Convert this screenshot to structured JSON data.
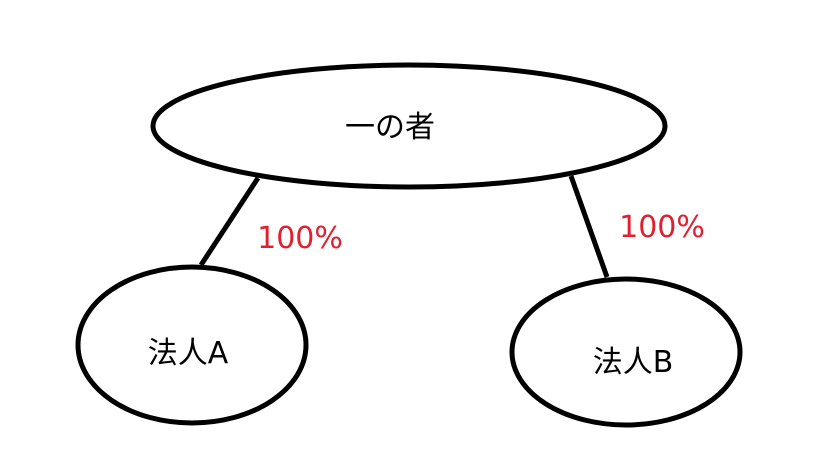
{
  "diagram": {
    "nodes": {
      "parent": {
        "label": "一の者"
      },
      "child_a": {
        "label": "法人A"
      },
      "child_b": {
        "label": "法人B"
      }
    },
    "edges": {
      "parent_to_a": {
        "label": "100%"
      },
      "parent_to_b": {
        "label": "100%"
      }
    },
    "colors": {
      "outline": "#000000",
      "percentage_text": "#e02030",
      "background": "#ffffff"
    }
  }
}
